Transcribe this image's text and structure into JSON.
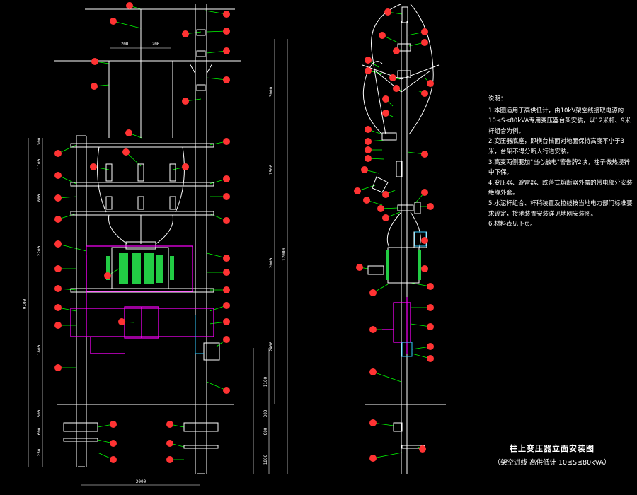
{
  "notes": {
    "heading": "说明：",
    "items": [
      "1.本图适用于高供低计，由10kV架空线接取电源的10≤S≤80kVA专用变压器台架安装，以12米杆、9米杆组合为例。",
      "2.变压器底座，即横台档面对地面保持高度不小于3米，台架不得分断人行道安装。",
      "3.高变两侧要加\"当心触电\"警告牌2块，柱子做热浸锌中下保。",
      "4.变压器、避雷器、跌落式熔断器外露的带电部分安装绝缘外套。",
      "5.水泥杆组合、杆稍装置及拉线按当地电力部门标准要求设定，接地装置安装详见地网安装图。",
      "6.材料表见下页。"
    ]
  },
  "title": {
    "line1": "柱上变压器立面安装图",
    "line2": "（架空进线 高供低计 10≤S≤80kVA）"
  },
  "dimensions": {
    "top_span_left": "200",
    "top_span_right": "200",
    "left_vertical": [
      "300",
      "1100",
      "800",
      "2200",
      "1800",
      "300",
      "600",
      "250"
    ],
    "left_total": "9100",
    "right_vertical_outer": "12000",
    "right_vertical_inner": [
      "3000",
      "1500",
      "2000",
      "2400"
    ],
    "right_lower": [
      "1100",
      "300",
      "600",
      "1800"
    ],
    "bottom_span": "2000"
  },
  "colors": {
    "background": "#000000",
    "line": "#ffffff",
    "callout": "#ff3333",
    "leader": "#00ff00",
    "magenta": "#ff00ff",
    "transformer": "#22cc44",
    "cyan": "#33ccff"
  }
}
